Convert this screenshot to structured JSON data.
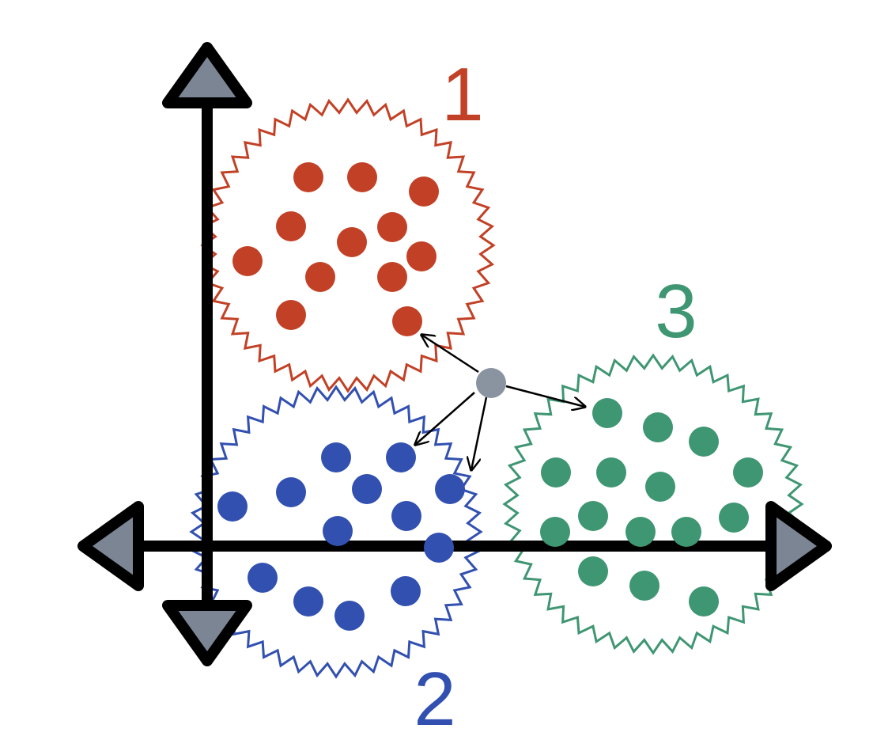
{
  "colors": {
    "background": "#ffffff",
    "axis": "#000000",
    "arrowhead_fill": "#7c8594",
    "query_point": "#8a93a0",
    "neighbor_arrow": "#000000"
  },
  "clusters": [
    {
      "label": "1",
      "color": "#c24126"
    },
    {
      "label": "2",
      "color": "#3250b0"
    },
    {
      "label": "3",
      "color": "#3f9673"
    }
  ]
}
